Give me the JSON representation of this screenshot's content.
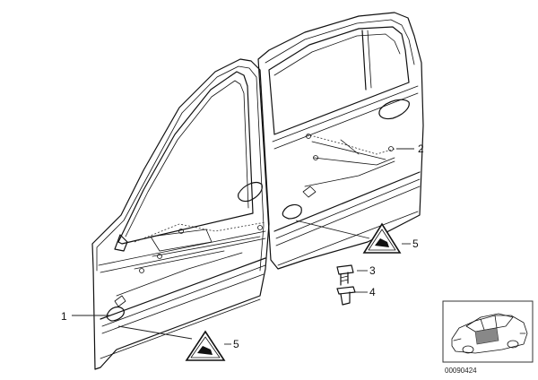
{
  "callouts": [
    {
      "id": "label-1",
      "text": "1"
    },
    {
      "id": "label-2",
      "text": "2"
    },
    {
      "id": "label-3",
      "text": "3"
    },
    {
      "id": "label-4",
      "text": "4"
    },
    {
      "id": "label-5a",
      "text": "5"
    },
    {
      "id": "label-5b",
      "text": "5"
    }
  ],
  "reference_number": "00090424",
  "colors": {
    "line": "#111111",
    "warning_fill": "#ffffff",
    "warning_stroke": "#111111"
  },
  "icons": [
    "warning-triangle-icon",
    "car-thumbnail-icon"
  ]
}
